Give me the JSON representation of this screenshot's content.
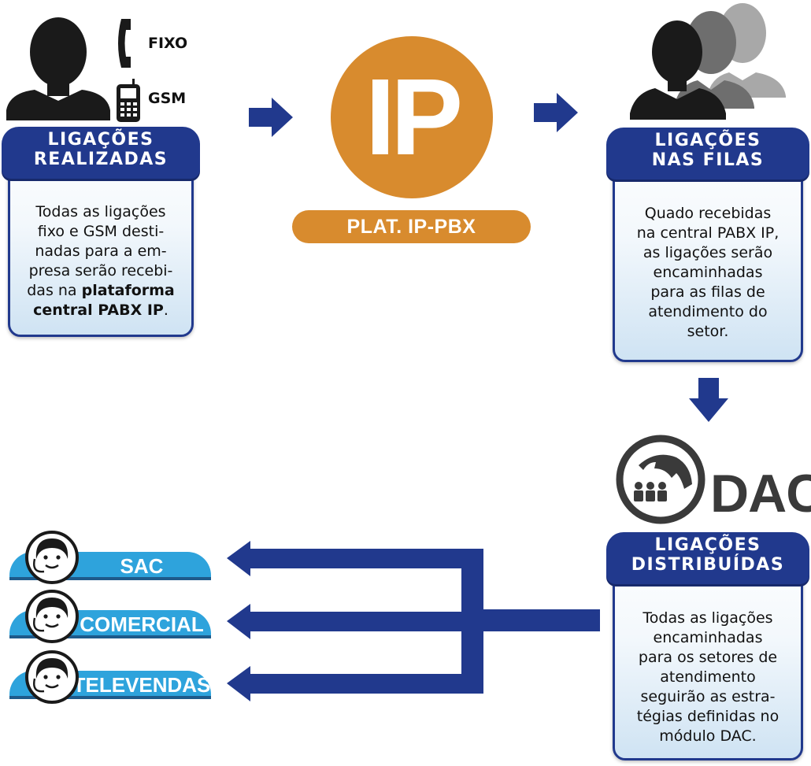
{
  "colors": {
    "navy": "#21398d",
    "orange": "#d88b2e",
    "sky": "#2ea3dc",
    "dark": "#1a1a1a",
    "grey": "#3a3a3a"
  },
  "phones": {
    "fixo": "FIXO",
    "gsm": "GSM"
  },
  "platform": {
    "logo": "IP",
    "label": "PLAT. IP-PBX"
  },
  "cards": {
    "realizadas": {
      "title_line1": "LIGAÇÕES",
      "title_line2": "REALIZADAS",
      "lines": [
        "Todas as ligações",
        "fixo e GSM desti-",
        "nadas para a em-",
        "presa serão recebi-"
      ],
      "line5_prefix": "das na ",
      "line5_bold": "plataforma",
      "line6_bold": "central PABX IP",
      "line6_suffix": "."
    },
    "filas": {
      "title_line1": "LIGAÇÕES",
      "title_line2": "NAS FILAS",
      "lines": [
        "Quado recebidas",
        "na central PABX IP,",
        "as ligações serão",
        "encaminhadas",
        "para as filas de",
        "atendimento do",
        "setor."
      ]
    },
    "distribuidas": {
      "title_line1": "LIGAÇÕES",
      "title_line2": "DISTRIBUÍDAS",
      "lines": [
        "Todas as ligações",
        "encaminhadas",
        "para os setores de",
        "atendimento",
        "seguirão as estra-",
        "tégias definidas no",
        "módulo DAC."
      ]
    }
  },
  "dac": {
    "label": "DAC"
  },
  "departments": [
    {
      "label": "SAC",
      "icon": "agent-headset-icon"
    },
    {
      "label": "COMERCIAL",
      "icon": "agent-headset-icon"
    },
    {
      "label": "TELEVENDAS",
      "icon": "agent-headset-icon"
    }
  ]
}
